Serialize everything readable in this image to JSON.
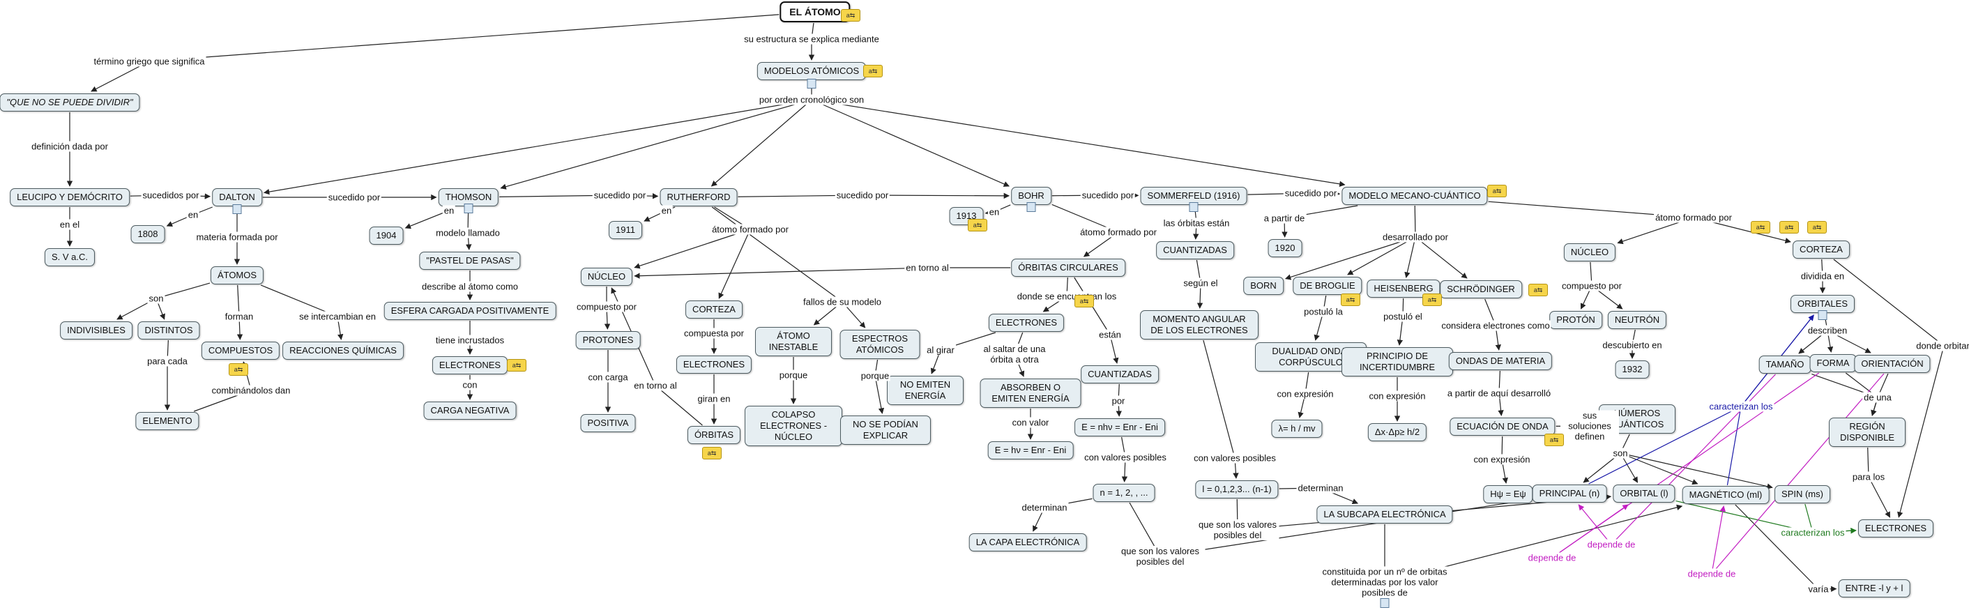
{
  "nodes": {
    "atomo": "EL ÁTOMO",
    "modelos": "MODELOS ATÓMICOS",
    "nose": "\"QUE NO SE PUEDE DIVIDIR\"",
    "leucipo": "LEUCIPO Y DEMÓCRITO",
    "sva": "S. V a.C.",
    "dalton": "DALTON",
    "y1808": "1808",
    "atomos": "ÁTOMOS",
    "indivisibles": "INDIVISIBLES",
    "distintos": "DISTINTOS",
    "compuestos": "COMPUESTOS",
    "reacciones": "REACCIONES QUÍMICAS",
    "elemento": "ELEMENTO",
    "thomson": "THOMSON",
    "y1904": "1904",
    "pastel": "\"PASTEL DE PASAS\"",
    "esfera": "ESFERA CARGADA POSITIVAMENTE",
    "electrones_t": "ELECTRONES",
    "carga_neg": "CARGA NEGATIVA",
    "rutherford": "RUTHERFORD",
    "y1911": "1911",
    "nucleo_r": "NÚCLEO",
    "protones": "PROTONES",
    "positiva": "POSITIVA",
    "corteza_r": "CORTEZA",
    "electrones_r": "ELECTRONES",
    "orbitas": "ÓRBITAS",
    "inestable": "ÁTOMO INESTABLE",
    "colapso": "COLAPSO ELECTRONES - NÚCLEO",
    "espectros": "ESPECTROS ATÓMICOS",
    "noexplicar": "NO SE PODÍAN EXPLICAR",
    "bohr": "BOHR",
    "y1913": "1913",
    "orbitas_circ": "ÓRBITAS CIRCULARES",
    "electrones_b": "ELECTRONES",
    "noemiten": "NO EMITEN ENERGÍA",
    "absorben": "ABSORBEN O EMITEN ENERGÍA",
    "ehv": "E = hν = Enr - Eni",
    "cuantizadas_b": "CUANTIZADAS",
    "ehv2": "E = nhν = Enr - Eni",
    "n123": "n = 1, 2, , ...",
    "capa": "LA CAPA ELECTRÓNICA",
    "sommerfeld": "SOMMERFELD (1916)",
    "cuantizadas_s": "CUANTIZADAS",
    "momento": "MOMENTO ANGULAR DE LOS ELECTRONES",
    "l01": "l = 0,1,2,3... (n-1)",
    "subcapa": "LA SUBCAPA ELECTRÓNICA",
    "mecano": "MODELO MECANO-CUÁNTICO",
    "y1920": "1920",
    "born": "BORN",
    "debroglie": "DE BROGLIE",
    "heisenberg": "HEISENBERG",
    "schrodinger": "SCHRÖDINGER",
    "dualidad": "DUALIDAD ONDA-CORPÚSCULO",
    "lambda": "λ= h / mv",
    "incertidumbre": "PRINCIPIO DE INCERTIDUMBRE",
    "heisen_eq": "Δx·Δp≥ h/2",
    "ondas": "ONDAS DE MATERIA",
    "ecuacion": "ECUACIÓN DE ONDA",
    "hpsi": "Hψ = Eψ",
    "numeros": "NÚMEROS CUÁNTICOS",
    "principal": "PRINCIPAL (n)",
    "orbital_l": "ORBITAL (l)",
    "magnetico": "MAGNÉTICO (ml)",
    "spin": "SPIN (ms)",
    "nucleo_m": "NÚCLEO",
    "proton": "PROTÓN",
    "neutron": "NEUTRÓN",
    "y1932": "1932",
    "corteza_m": "CORTEZA",
    "orbitales": "ORBITALES",
    "tamano": "TAMAÑO",
    "forma": "FORMA",
    "orientacion": "ORIENTACIÓN",
    "region": "REGIÓN DISPONIBLE",
    "electrones_m": "ELECTRONES",
    "entre": "ENTRE -l y + l"
  },
  "labels": {
    "estructura": "su estructura se explica mediante",
    "termino": "término griego que significa",
    "orden": "por orden cronológico son",
    "definicion": "definición dada por",
    "sucedidos": "sucedidos por",
    "sucedido1": "sucedido por",
    "sucedido2": "sucedido por",
    "sucedido3": "sucedido por",
    "sucedido4": "sucedido por",
    "sucedido5": "sucedido por",
    "enel": "en el",
    "en_d": "en",
    "en_t": "en",
    "en_r": "en",
    "en_b": "en",
    "materia": "materia formada por",
    "son": "son",
    "forman": "forman",
    "intercambian": "se intercambian en",
    "paracada": "para cada",
    "combinandolos": "combinándolos dan",
    "modelo_llamado": "modelo llamado",
    "describe": "describe al átomo como",
    "incrustados": "tiene incrustados",
    "con_t": "con",
    "atomo_formado_r": "átomo formado por",
    "compuesto_por": "compuesto por",
    "con_carga": "con carga",
    "compuesta_por": "compuesta por",
    "giran_en": "giran en",
    "en_torno_al": "en torno al",
    "fallos": "fallos de su modelo",
    "porque1": "porque",
    "porque2": "porque",
    "atomo_formado_b": "átomo formado por",
    "en_torno_al_b": "en torno al",
    "donde": "donde se encuentran los",
    "al_girar": "al girar",
    "al_saltar": "al saltar de una órbita a otra",
    "con_valor": "con valor",
    "estan": "están",
    "por": "por",
    "con_valores_b": "con valores posibles",
    "determinan_b": "determinan",
    "que_son_b": "que son los valores posibles del",
    "las_orbitas": "las órbitas están",
    "segun_el": "según el",
    "con_valores_s": "con valores posibles",
    "determinan_s": "determinan",
    "que_son_s": "que son los valores posibles del",
    "constituida": "constituida por un nº de orbitas determinadas por los valor posibles de",
    "a_partir": "a partir de",
    "desarrollado": "desarrollado por",
    "postulo_la": "postuló la",
    "postulo_el": "postuló el",
    "con_expresion1": "con expresión",
    "con_expresion2": "con expresión",
    "con_expresion3": "con expresión",
    "considera": "considera electrones como",
    "a_partir_aqui": "a partir de aquí desarrolló",
    "sus_soluciones": "sus soluciones definen",
    "son_m": "son",
    "atomo_formado_m": "átomo formado por",
    "compuesto_por_m": "compuesto por",
    "descubierto": "descubierto en",
    "dividida": "dividida en",
    "describen": "describen",
    "de_una": "de una",
    "para_los": "para los",
    "donde_orbitan": "donde orbitan",
    "caracterizan_blue": "caracterizan los",
    "caracterizan_green": "caracterizan los",
    "depende1": "depende de",
    "depende2": "depende de",
    "depende3": "depende de",
    "varia": "varía"
  },
  "colors": {
    "link": "#222222",
    "green": "#1f7a1f",
    "magenta": "#c21ec2",
    "blue": "#1a1aa8",
    "node_fill": "#e6eef2"
  }
}
